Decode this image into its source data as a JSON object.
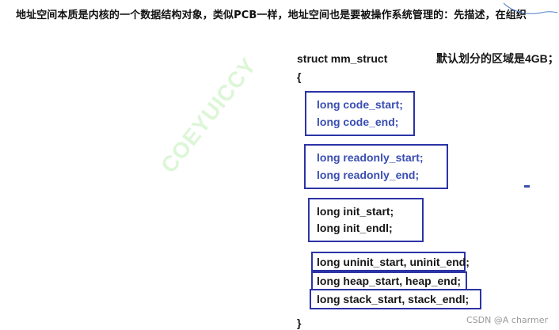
{
  "heading": "地址空间本质是内核的一个数据结构对象，类似PCB一样，地址空间也是要被操作系统管理的：先描述，在组织",
  "code": {
    "struct_decl": "struct mm_struct",
    "open_brace": "{",
    "close_brace": "}",
    "note": "默认划分的区域是4GB；",
    "groups": [
      {
        "lines": [
          "long code_start;",
          "long code_end;"
        ]
      },
      {
        "lines": [
          "long readonly_start;",
          "long readonly_end;"
        ]
      },
      {
        "lines": [
          "long init_start;",
          "long init_endl;"
        ]
      },
      {
        "lines": [
          "long uninit_start, uninit_end;"
        ]
      },
      {
        "lines": [
          "long heap_start, heap_end;"
        ]
      },
      {
        "lines": [
          "long stack_start, stack_endl;"
        ]
      }
    ]
  },
  "watermark": "COEYUICCY",
  "credit": "CSDN @A charmer",
  "colors": {
    "box_border": "#2b33a6",
    "code_blue": "#3a4eb2",
    "watermark": "#9ce68c"
  }
}
